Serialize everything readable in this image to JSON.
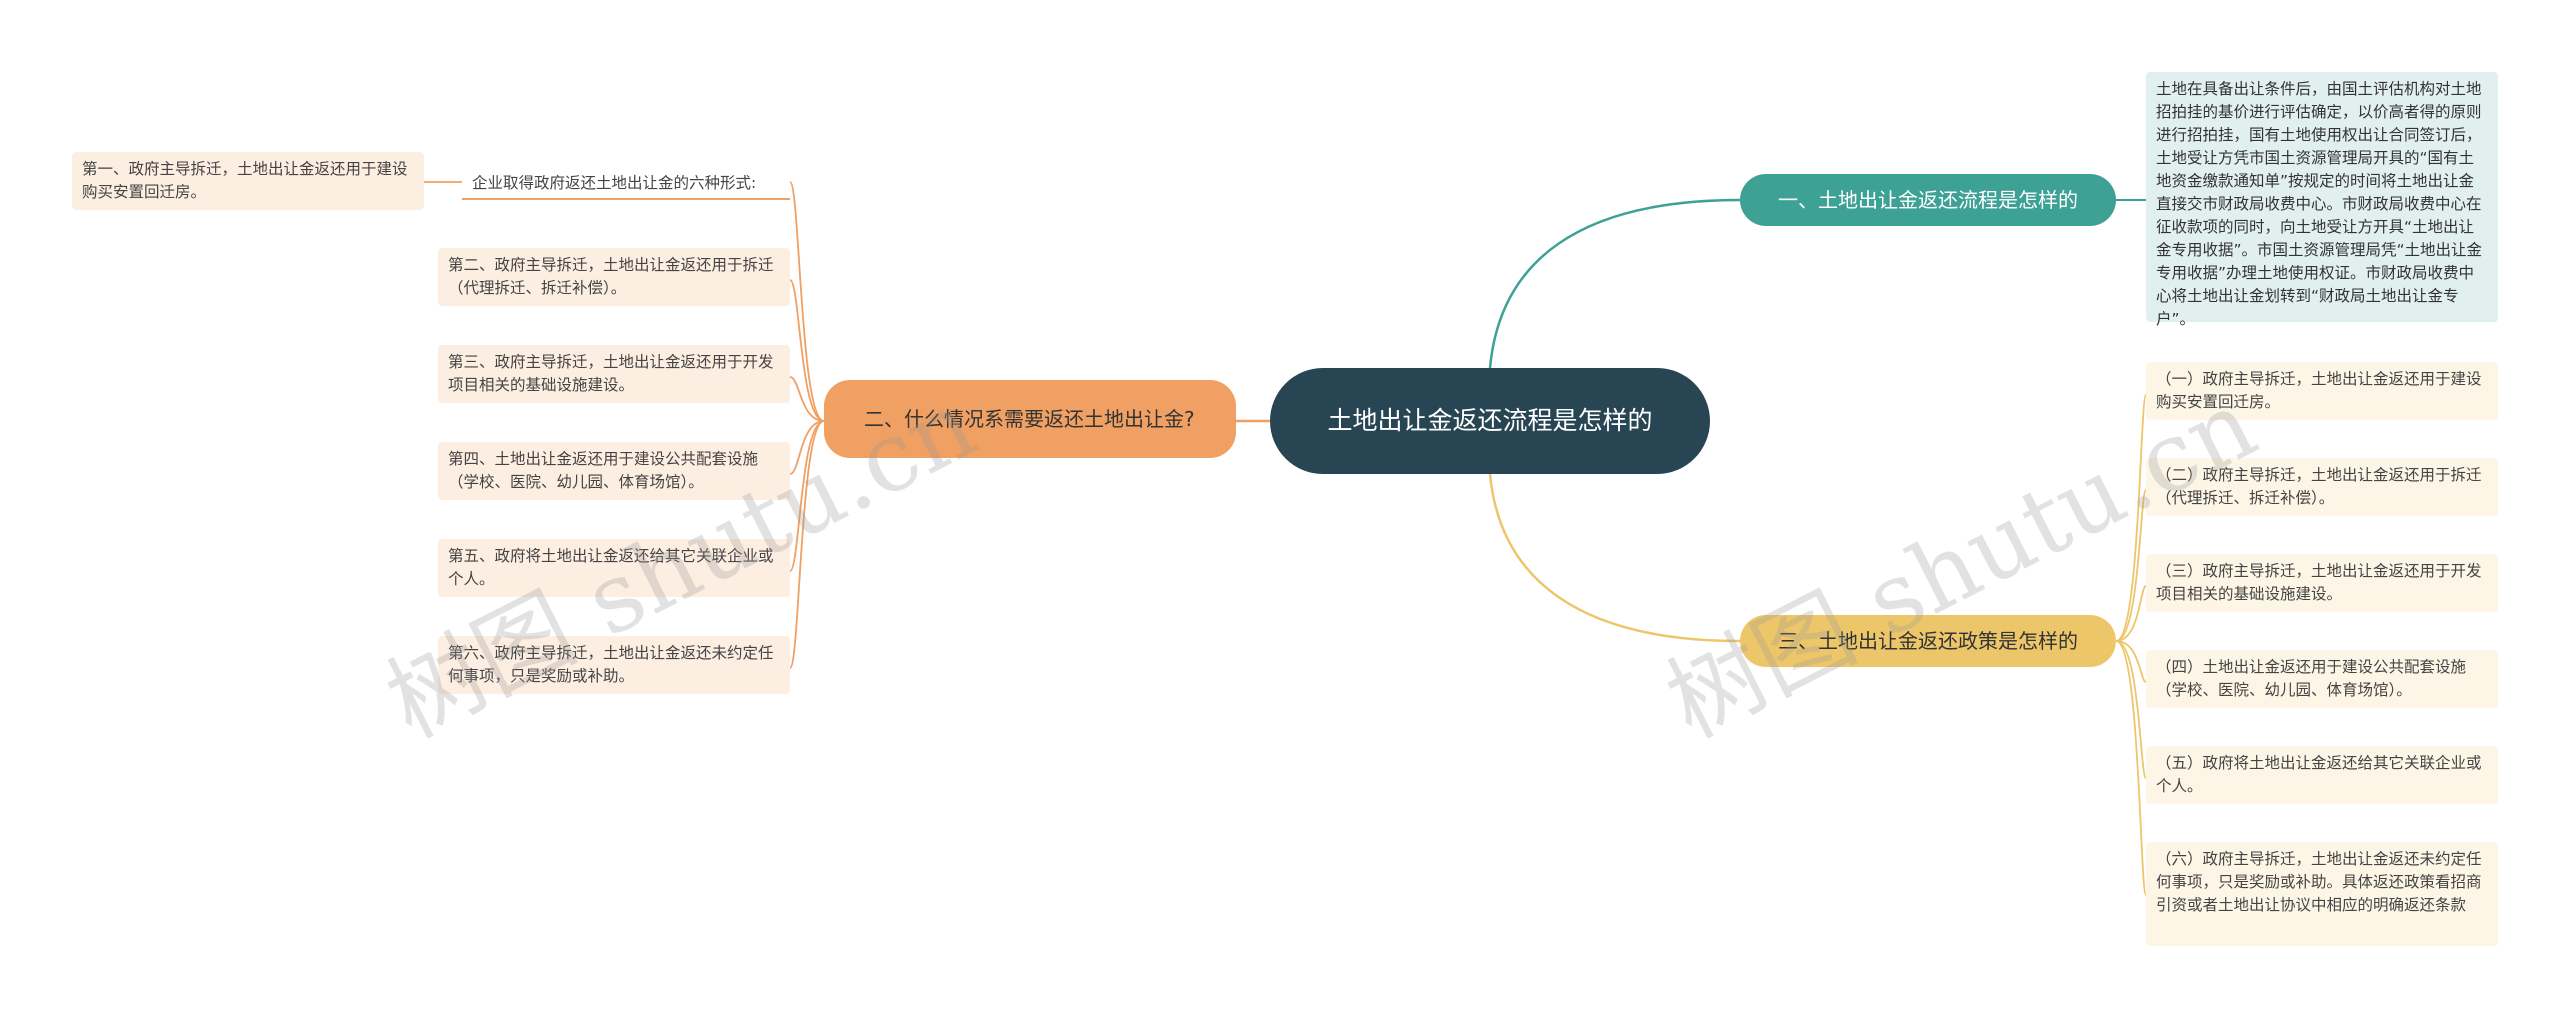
{
  "root": {
    "title": "土地出让金返还流程是怎样的"
  },
  "branches": {
    "b1": {
      "label": "一、土地出让金返还流程是怎样的",
      "detail": "土地在具备出让条件后，由国土评估机构对土地招拍挂的基价进行评估确定，以价高者得的原则进行招拍挂，国有土地使用权出让合同签订后，土地受让方凭市国土资源管理局开具的“国有土地资金缴款通知单”按规定的时间将土地出让金直接交市财政局收费中心。市财政局收费中心在征收款项的同时，向土地受让方开具“土地出让金专用收据”。市国土资源管理局凭“土地出让金专用收据”办理土地使用权证。市财政局收费中心将土地出让金划转到“财政局土地出让金专户”。"
    },
    "b2": {
      "label": "二、什么情况系需要返还土地出让金?",
      "intro": "企业取得政府返还土地出让金的六种形式:",
      "sub": "第一、政府主导拆迁，土地出让金返还用于建设购买安置回迁房。",
      "items": [
        "第二、政府主导拆迁，土地出让金返还用于拆迁（代理拆迁、拆迁补偿）。",
        "第三、政府主导拆迁，土地出让金返还用于开发项目相关的基础设施建设。",
        "第四、土地出让金返还用于建设公共配套设施（学校、医院、幼儿园、体育场馆）。",
        "第五、政府将土地出让金返还给其它关联企业或个人。",
        "第六、政府主导拆迁，土地出让金返还未约定任何事项，只是奖励或补助。"
      ]
    },
    "b3": {
      "label": "三、土地出让金返还政策是怎样的",
      "items": [
        "（一）政府主导拆迁，土地出让金返还用于建设购买安置回迁房。",
        "（二）政府主导拆迁，土地出让金返还用于拆迁（代理拆迁、拆迁补偿）。",
        "（三）政府主导拆迁，土地出让金返还用于开发项目相关的基础设施建设。",
        "（四）土地出让金返还用于建设公共配套设施（学校、医院、幼儿园、体育场馆）。",
        "（五）政府将土地出让金返还给其它关联企业或个人。",
        "（六）政府主导拆迁，土地出让金返还未约定任何事项，只是奖励或补助。具体返还政策看招商引资或者土地出让协议中相应的明确返还条款"
      ]
    }
  },
  "watermark": "树图 shutu.cn",
  "colors": {
    "root": "#274552",
    "teal": "#3ea195",
    "orange": "#f0a062",
    "gold": "#edc66a",
    "leaf_teal": "#e1f0ee",
    "leaf_peach": "#fdeee2",
    "leaf_cream": "#fdf6e6"
  }
}
